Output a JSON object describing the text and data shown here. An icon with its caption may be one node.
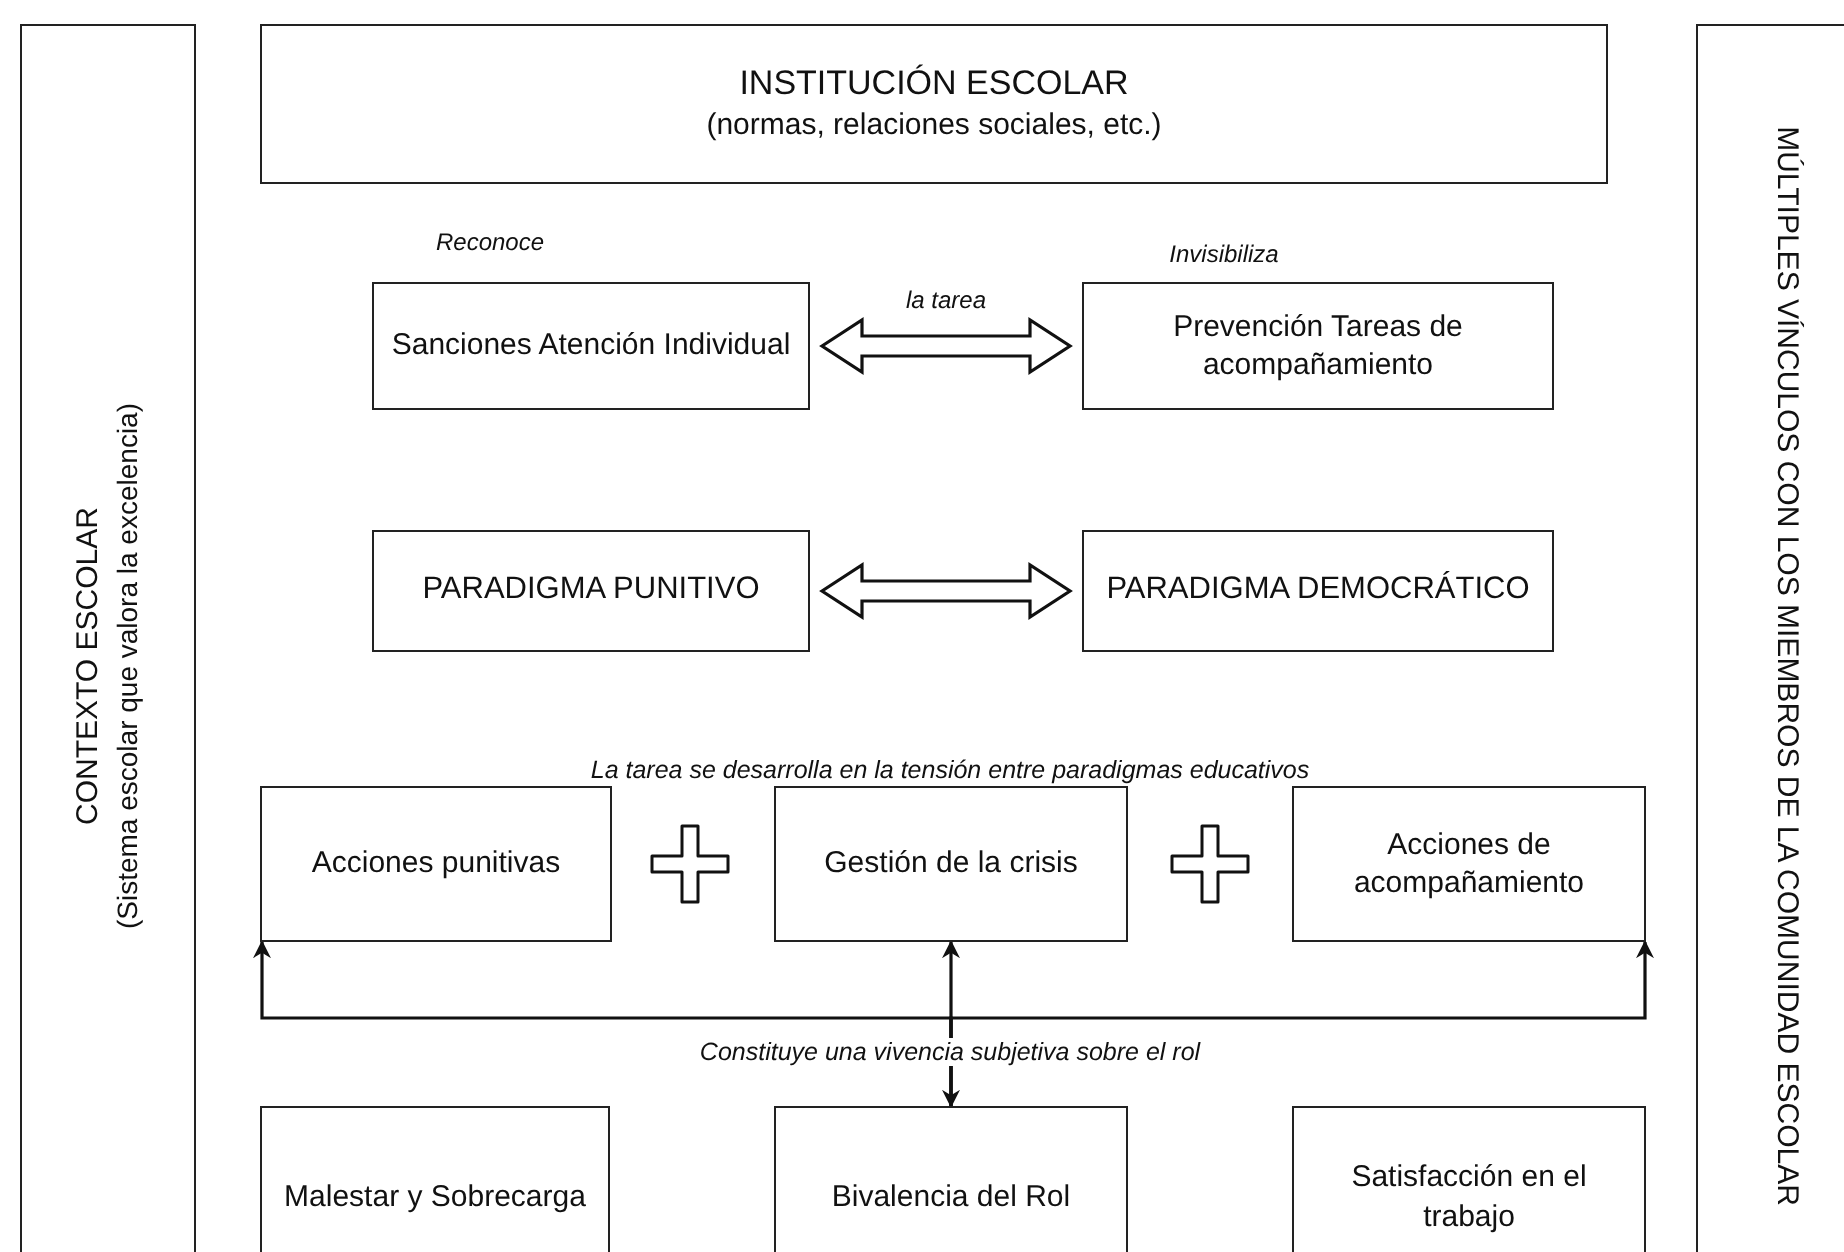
{
  "diagram": {
    "nodes": [
      {
        "text": [
          "CONTEXTO ESCOLAR",
          "(Sistema escolar que valora la excelencia)"
        ]
      },
      {
        "text": [
          "MÚLTIPLES VÍNCULOS CON LOS MIEMBROS DE LA COMUNIDAD ESCOLAR"
        ]
      },
      {
        "text": [
          "INSTITUCIÓN ESCOLAR",
          "(normas, relaciones sociales, etc.)"
        ]
      },
      {
        "text": [
          "Sanciones Atención Individual"
        ],
        "beside": [
          "Reconoce"
        ]
      },
      {
        "text": [
          "Prevención Tareas de acompañamiento"
        ],
        "beside": [
          "Invisibiliza"
        ]
      },
      {
        "text": [
          "PARADIGMA PUNITIVO"
        ]
      },
      {
        "text": [
          "PARADIGMA DEMOCRÁTICO"
        ]
      },
      {
        "text": [
          "Acciones punitivas"
        ]
      },
      {
        "text": [
          "Gestión de la crisis"
        ]
      },
      {
        "text": [
          "Acciones de acompañamiento"
        ]
      },
      {
        "text": [
          "Malestar y Sobrecarga"
        ]
      },
      {
        "text": [
          "Bivalencia del Rol"
        ]
      },
      {
        "text": [
          "Satisfacción en el trabajo"
        ]
      }
    ],
    "edges": [
      {
        "from": 3,
        "to": 4,
        "arrow": "both",
        "label": "la tarea"
      },
      {
        "from": 5,
        "to": 6,
        "arrow": "both"
      },
      {
        "from": 11,
        "to": 8,
        "arrow": "both"
      },
      {
        "from": 11,
        "to": 7,
        "arrow": "to"
      },
      {
        "from": 11,
        "to": 9,
        "arrow": "to"
      }
    ],
    "labels": [
      "La tarea se desarrolla en la tensión entre paradigmas educativos",
      "Constituye una vivencia subjetiva sobre el rol"
    ]
  }
}
